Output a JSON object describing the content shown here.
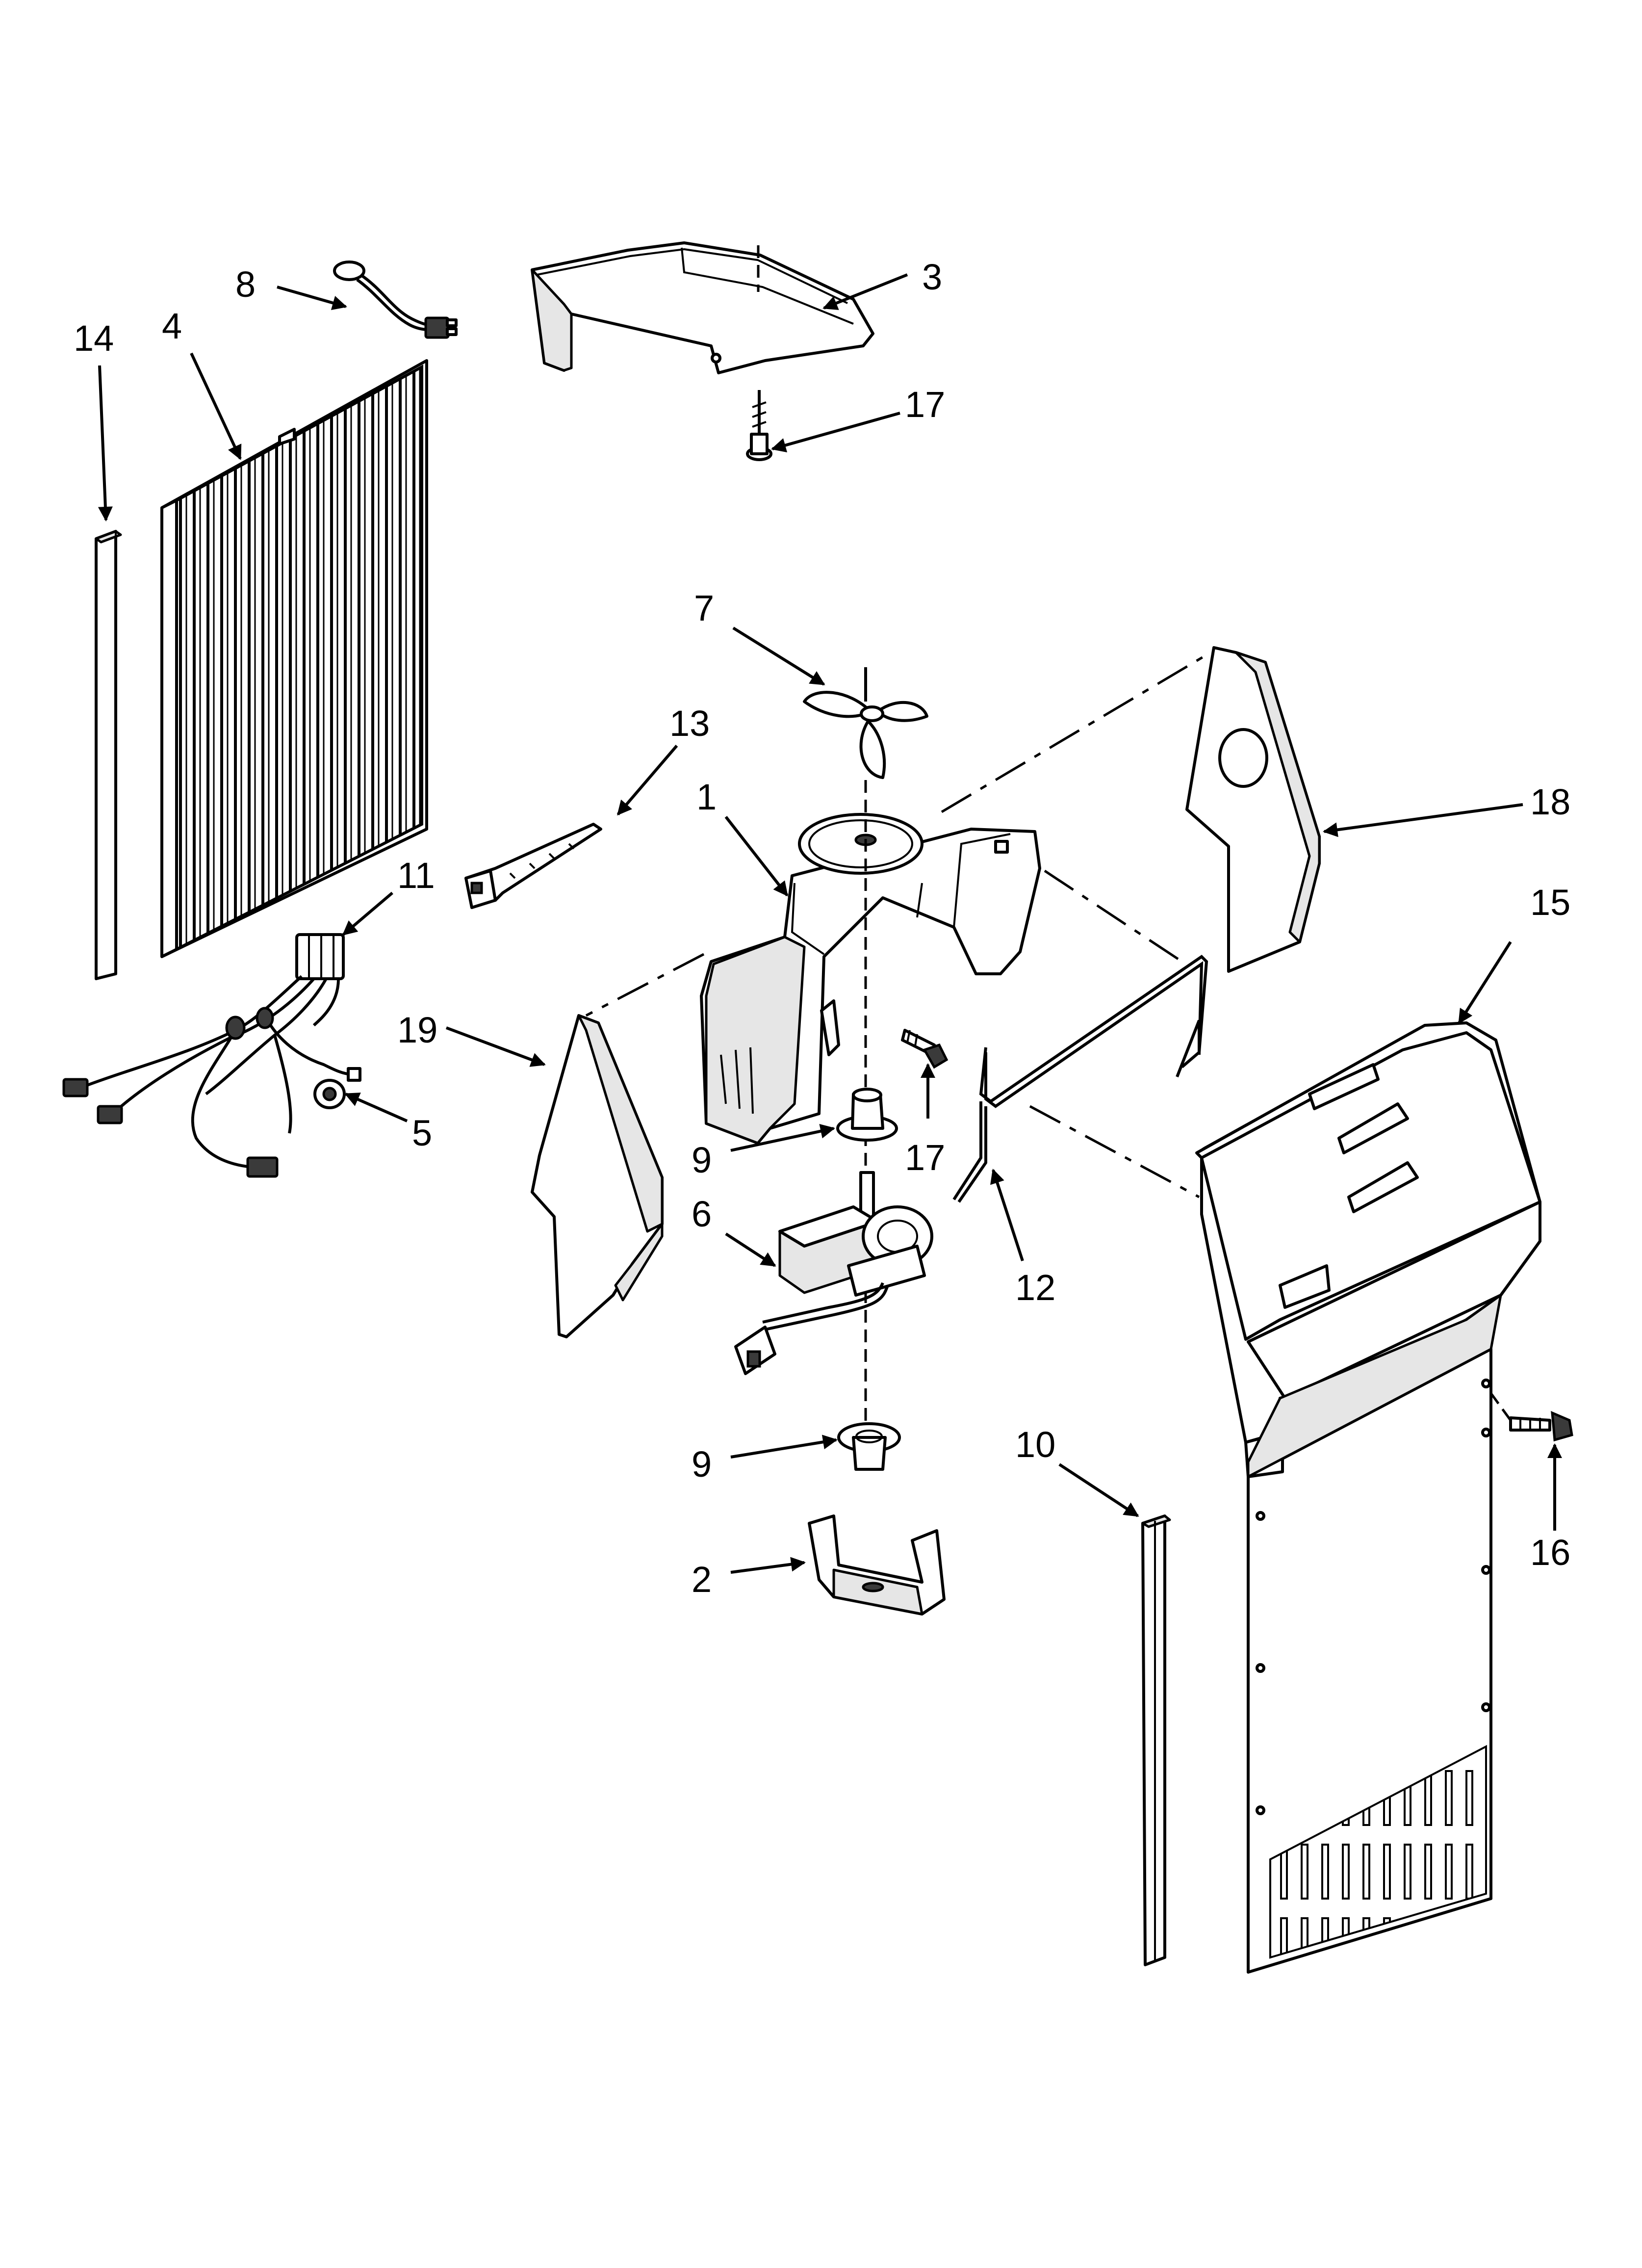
{
  "callouts": [
    {
      "id": "1",
      "label": "1"
    },
    {
      "id": "2",
      "label": "2"
    },
    {
      "id": "3",
      "label": "3"
    },
    {
      "id": "4",
      "label": "4"
    },
    {
      "id": "5",
      "label": "5"
    },
    {
      "id": "6",
      "label": "6"
    },
    {
      "id": "7",
      "label": "7"
    },
    {
      "id": "8",
      "label": "8"
    },
    {
      "id": "9a",
      "label": "9"
    },
    {
      "id": "9b",
      "label": "9"
    },
    {
      "id": "10",
      "label": "10"
    },
    {
      "id": "11",
      "label": "11"
    },
    {
      "id": "12",
      "label": "12"
    },
    {
      "id": "13",
      "label": "13"
    },
    {
      "id": "14",
      "label": "14"
    },
    {
      "id": "15",
      "label": "15"
    },
    {
      "id": "16",
      "label": "16"
    },
    {
      "id": "17a",
      "label": "17"
    },
    {
      "id": "17b",
      "label": "17"
    },
    {
      "id": "18",
      "label": "18"
    },
    {
      "id": "19",
      "label": "19"
    }
  ]
}
